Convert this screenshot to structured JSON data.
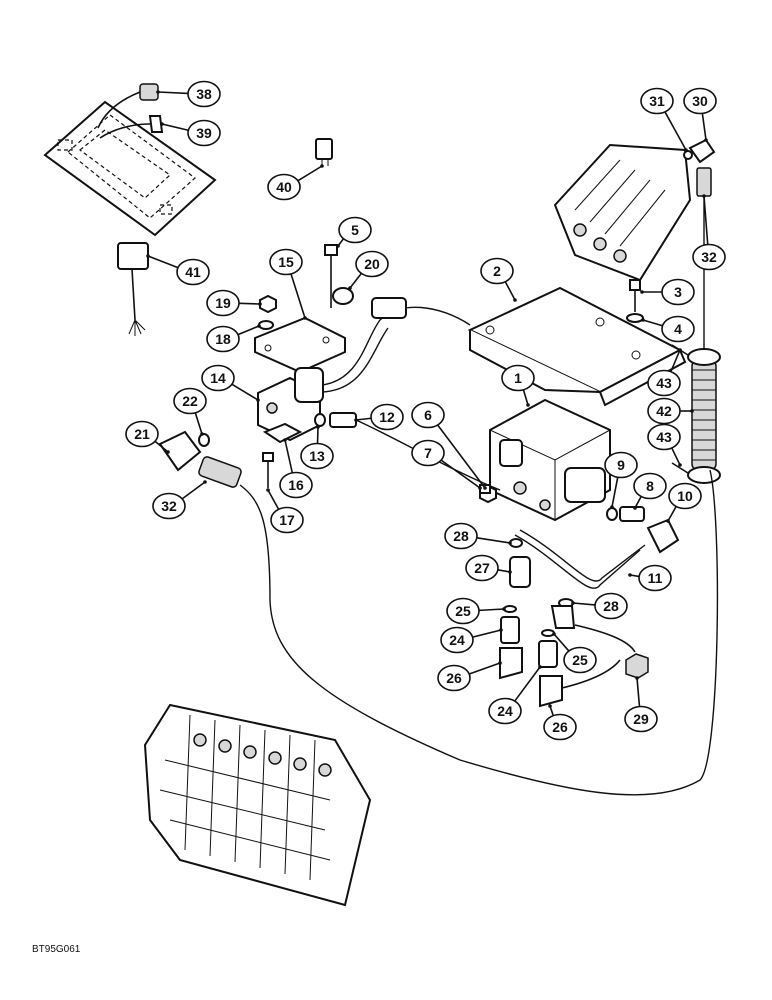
{
  "drawing_ref": "BT95G061",
  "callout_labels": [
    "1",
    "2",
    "3",
    "4",
    "5",
    "6",
    "7",
    "8",
    "9",
    "10",
    "11",
    "12",
    "13",
    "14",
    "15",
    "16",
    "17",
    "18",
    "19",
    "20",
    "21",
    "22",
    "24",
    "25",
    "26",
    "27",
    "28",
    "29",
    "30",
    "31",
    "32",
    "38",
    "39",
    "40",
    "41",
    "42",
    "43"
  ],
  "colors": {
    "ink": "#111111",
    "paper": "#ffffff"
  }
}
